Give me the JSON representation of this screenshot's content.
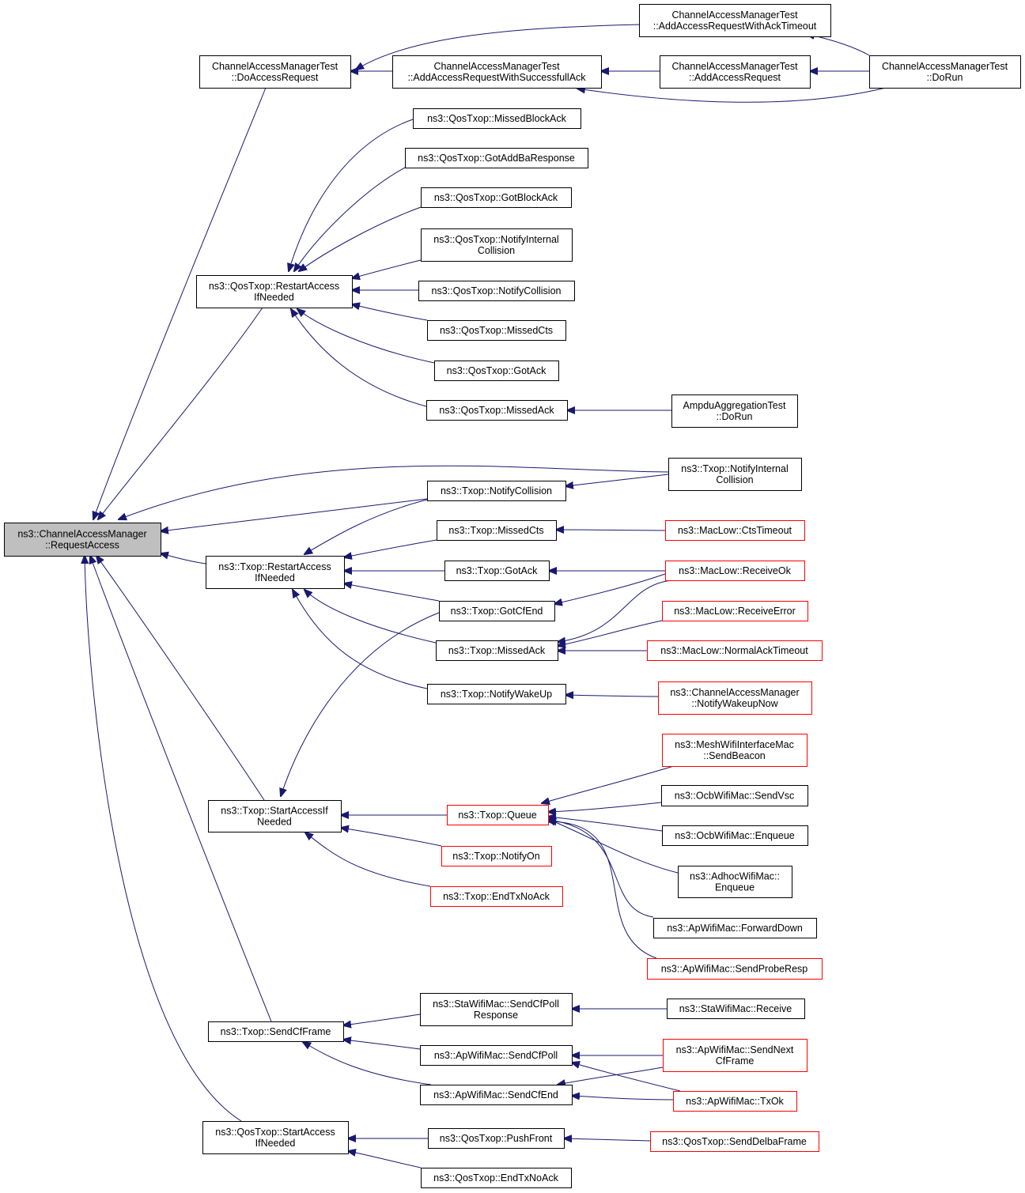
{
  "colors": {
    "edge": "#191970",
    "root_fill": "#bfbfbf",
    "red_border": "#ff0000",
    "black_border": "#000000"
  },
  "nodes": {
    "root": {
      "lines": [
        "ns3::ChannelAccessManager",
        "::RequestAccess"
      ],
      "border": "black",
      "highlight": true
    },
    "cam_test_do_access_request": {
      "lines": [
        "ChannelAccessManagerTest",
        "::DoAccessRequest"
      ],
      "border": "black"
    },
    "cam_test_add_req_ack_timeout": {
      "lines": [
        "ChannelAccessManagerTest",
        "::AddAccessRequestWithAckTimeout"
      ],
      "border": "black"
    },
    "cam_test_add_req_successfull_ack": {
      "lines": [
        "ChannelAccessManagerTest",
        "::AddAccessRequestWithSuccessfullAck"
      ],
      "border": "black"
    },
    "cam_test_add_access_request": {
      "lines": [
        "ChannelAccessManagerTest",
        "::AddAccessRequest"
      ],
      "border": "black"
    },
    "cam_test_do_run": {
      "lines": [
        "ChannelAccessManagerTest",
        "::DoRun"
      ],
      "border": "black"
    },
    "qos_missed_block_ack": {
      "lines": [
        "ns3::QosTxop::MissedBlockAck"
      ],
      "border": "black"
    },
    "qos_got_addba_response": {
      "lines": [
        "ns3::QosTxop::GotAddBaResponse"
      ],
      "border": "black"
    },
    "qos_got_block_ack": {
      "lines": [
        "ns3::QosTxop::GotBlockAck"
      ],
      "border": "black"
    },
    "qos_notify_internal_collision": {
      "lines": [
        "ns3::QosTxop::NotifyInternal",
        "Collision"
      ],
      "border": "black"
    },
    "qos_restart_access": {
      "lines": [
        "ns3::QosTxop::RestartAccess",
        "IfNeeded"
      ],
      "border": "black"
    },
    "qos_notify_collision": {
      "lines": [
        "ns3::QosTxop::NotifyCollision"
      ],
      "border": "black"
    },
    "qos_missed_cts": {
      "lines": [
        "ns3::QosTxop::MissedCts"
      ],
      "border": "black"
    },
    "qos_got_ack": {
      "lines": [
        "ns3::QosTxop::GotAck"
      ],
      "border": "black"
    },
    "qos_missed_ack": {
      "lines": [
        "ns3::QosTxop::MissedAck"
      ],
      "border": "black"
    },
    "ampdu_test_do_run": {
      "lines": [
        "AmpduAggregationTest",
        "::DoRun"
      ],
      "border": "black"
    },
    "txop_notify_internal_collision": {
      "lines": [
        "ns3::Txop::NotifyInternal",
        "Collision"
      ],
      "border": "black"
    },
    "txop_notify_collision": {
      "lines": [
        "ns3::Txop::NotifyCollision"
      ],
      "border": "black"
    },
    "txop_missed_cts": {
      "lines": [
        "ns3::Txop::MissedCts"
      ],
      "border": "black"
    },
    "maclow_cts_timeout": {
      "lines": [
        "ns3::MacLow::CtsTimeout"
      ],
      "border": "red"
    },
    "txop_restart_access": {
      "lines": [
        "ns3::Txop::RestartAccess",
        "IfNeeded"
      ],
      "border": "black"
    },
    "txop_got_ack": {
      "lines": [
        "ns3::Txop::GotAck"
      ],
      "border": "black"
    },
    "maclow_receive_ok": {
      "lines": [
        "ns3::MacLow::ReceiveOk"
      ],
      "border": "red"
    },
    "txop_got_cf_end": {
      "lines": [
        "ns3::Txop::GotCfEnd"
      ],
      "border": "black"
    },
    "maclow_receive_error": {
      "lines": [
        "ns3::MacLow::ReceiveError"
      ],
      "border": "red"
    },
    "txop_missed_ack": {
      "lines": [
        "ns3::Txop::MissedAck"
      ],
      "border": "black"
    },
    "maclow_normal_ack_timeout": {
      "lines": [
        "ns3::MacLow::NormalAckTimeout"
      ],
      "border": "red"
    },
    "txop_notify_wake_up": {
      "lines": [
        "ns3::Txop::NotifyWakeUp"
      ],
      "border": "black"
    },
    "cam_notify_wakeup_now": {
      "lines": [
        "ns3::ChannelAccessManager",
        "::NotifyWakeupNow"
      ],
      "border": "red"
    },
    "mesh_send_beacon": {
      "lines": [
        "ns3::MeshWifiInterfaceMac",
        "::SendBeacon"
      ],
      "border": "red"
    },
    "txop_start_access": {
      "lines": [
        "ns3::Txop::StartAccessIf",
        "Needed"
      ],
      "border": "black"
    },
    "txop_queue": {
      "lines": [
        "ns3::Txop::Queue"
      ],
      "border": "red"
    },
    "ocb_send_vsc": {
      "lines": [
        "ns3::OcbWifiMac::SendVsc"
      ],
      "border": "black"
    },
    "ocb_enqueue": {
      "lines": [
        "ns3::OcbWifiMac::Enqueue"
      ],
      "border": "black"
    },
    "txop_notify_on": {
      "lines": [
        "ns3::Txop::NotifyOn"
      ],
      "border": "red"
    },
    "adhoc_enqueue": {
      "lines": [
        "ns3::AdhocWifiMac::",
        "Enqueue"
      ],
      "border": "black"
    },
    "txop_end_tx_no_ack": {
      "lines": [
        "ns3::Txop::EndTxNoAck"
      ],
      "border": "red"
    },
    "ap_forward_down": {
      "lines": [
        "ns3::ApWifiMac::ForwardDown"
      ],
      "border": "black"
    },
    "ap_send_probe_resp": {
      "lines": [
        "ns3::ApWifiMac::SendProbeResp"
      ],
      "border": "red"
    },
    "sta_send_cf_poll_response": {
      "lines": [
        "ns3::StaWifiMac::SendCfPoll",
        "Response"
      ],
      "border": "black"
    },
    "sta_receive": {
      "lines": [
        "ns3::StaWifiMac::Receive"
      ],
      "border": "black"
    },
    "txop_send_cf_frame": {
      "lines": [
        "ns3::Txop::SendCfFrame"
      ],
      "border": "black"
    },
    "ap_send_cf_poll": {
      "lines": [
        "ns3::ApWifiMac::SendCfPoll"
      ],
      "border": "black"
    },
    "ap_send_next_cf_frame": {
      "lines": [
        "ns3::ApWifiMac::SendNext",
        "CfFrame"
      ],
      "border": "red"
    },
    "ap_send_cf_end": {
      "lines": [
        "ns3::ApWifiMac::SendCfEnd"
      ],
      "border": "black"
    },
    "ap_tx_ok": {
      "lines": [
        "ns3::ApWifiMac::TxOk"
      ],
      "border": "red"
    },
    "qos_start_access": {
      "lines": [
        "ns3::QosTxop::StartAccess",
        "IfNeeded"
      ],
      "border": "black"
    },
    "qos_push_front": {
      "lines": [
        "ns3::QosTxop::PushFront"
      ],
      "border": "black"
    },
    "qos_send_delba_frame": {
      "lines": [
        "ns3::QosTxop::SendDelbaFrame"
      ],
      "border": "red"
    },
    "qos_end_tx_no_ack": {
      "lines": [
        "ns3::QosTxop::EndTxNoAck"
      ],
      "border": "black"
    }
  },
  "edges": [
    [
      "cam_test_do_access_request",
      "root"
    ],
    [
      "qos_restart_access",
      "root"
    ],
    [
      "txop_notify_internal_collision",
      "root"
    ],
    [
      "txop_notify_collision",
      "root"
    ],
    [
      "txop_restart_access",
      "root"
    ],
    [
      "txop_start_access",
      "root"
    ],
    [
      "txop_send_cf_frame",
      "root"
    ],
    [
      "qos_start_access",
      "root"
    ],
    [
      "cam_test_add_req_ack_timeout",
      "cam_test_do_access_request"
    ],
    [
      "cam_test_add_req_successfull_ack",
      "cam_test_do_access_request"
    ],
    [
      "cam_test_do_run",
      "cam_test_add_req_ack_timeout"
    ],
    [
      "cam_test_add_access_request",
      "cam_test_add_req_successfull_ack"
    ],
    [
      "cam_test_do_run",
      "cam_test_add_req_successfull_ack"
    ],
    [
      "cam_test_do_run",
      "cam_test_add_access_request"
    ],
    [
      "qos_missed_block_ack",
      "qos_restart_access"
    ],
    [
      "qos_got_addba_response",
      "qos_restart_access"
    ],
    [
      "qos_got_block_ack",
      "qos_restart_access"
    ],
    [
      "qos_notify_internal_collision",
      "qos_restart_access"
    ],
    [
      "qos_notify_collision",
      "qos_restart_access"
    ],
    [
      "qos_missed_cts",
      "qos_restart_access"
    ],
    [
      "qos_got_ack",
      "qos_restart_access"
    ],
    [
      "qos_missed_ack",
      "qos_restart_access"
    ],
    [
      "ampdu_test_do_run",
      "qos_missed_ack"
    ],
    [
      "txop_notify_internal_collision",
      "txop_notify_collision"
    ],
    [
      "txop_notify_collision",
      "txop_restart_access"
    ],
    [
      "txop_missed_cts",
      "txop_restart_access"
    ],
    [
      "txop_got_ack",
      "txop_restart_access"
    ],
    [
      "txop_got_cf_end",
      "txop_restart_access"
    ],
    [
      "txop_missed_ack",
      "txop_restart_access"
    ],
    [
      "txop_notify_wake_up",
      "txop_restart_access"
    ],
    [
      "maclow_cts_timeout",
      "txop_missed_cts"
    ],
    [
      "maclow_receive_ok",
      "txop_got_ack"
    ],
    [
      "maclow_receive_ok",
      "txop_got_cf_end"
    ],
    [
      "maclow_receive_ok",
      "txop_missed_ack"
    ],
    [
      "maclow_receive_error",
      "txop_missed_ack"
    ],
    [
      "maclow_normal_ack_timeout",
      "txop_missed_ack"
    ],
    [
      "cam_notify_wakeup_now",
      "txop_notify_wake_up"
    ],
    [
      "txop_got_cf_end",
      "txop_start_access"
    ],
    [
      "txop_queue",
      "txop_start_access"
    ],
    [
      "txop_notify_on",
      "txop_start_access"
    ],
    [
      "txop_end_tx_no_ack",
      "txop_start_access"
    ],
    [
      "mesh_send_beacon",
      "txop_queue"
    ],
    [
      "ocb_send_vsc",
      "txop_queue"
    ],
    [
      "ocb_enqueue",
      "txop_queue"
    ],
    [
      "adhoc_enqueue",
      "txop_queue"
    ],
    [
      "ap_forward_down",
      "txop_queue"
    ],
    [
      "ap_send_probe_resp",
      "txop_queue"
    ],
    [
      "sta_send_cf_poll_response",
      "txop_send_cf_frame"
    ],
    [
      "ap_send_cf_poll",
      "txop_send_cf_frame"
    ],
    [
      "ap_send_cf_end",
      "txop_send_cf_frame"
    ],
    [
      "sta_receive",
      "sta_send_cf_poll_response"
    ],
    [
      "ap_send_next_cf_frame",
      "ap_send_cf_poll"
    ],
    [
      "ap_tx_ok",
      "ap_send_cf_poll"
    ],
    [
      "ap_send_next_cf_frame",
      "ap_send_cf_end"
    ],
    [
      "ap_tx_ok",
      "ap_send_cf_end"
    ],
    [
      "qos_push_front",
      "qos_start_access"
    ],
    [
      "qos_end_tx_no_ack",
      "qos_start_access"
    ],
    [
      "qos_send_delba_frame",
      "qos_push_front"
    ]
  ]
}
